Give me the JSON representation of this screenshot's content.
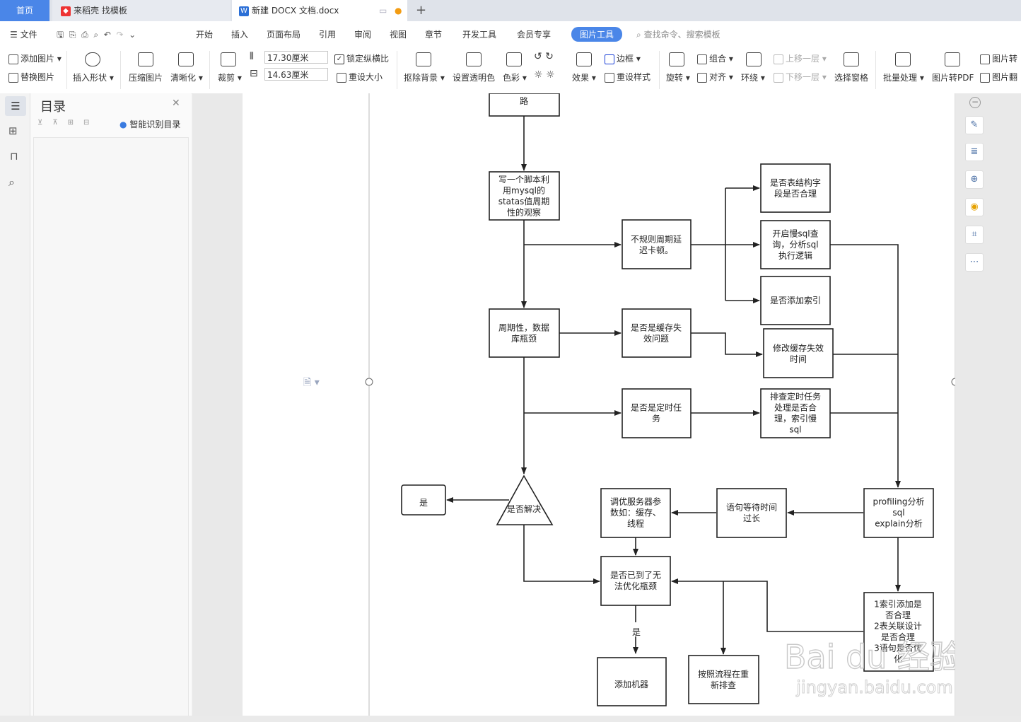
{
  "tabs": {
    "home": "首页",
    "daoke": "来稻壳 找模板",
    "doc": "新建 DOCX 文档.docx",
    "add": "+"
  },
  "menu": {
    "file": "文件",
    "items": [
      "开始",
      "插入",
      "页面布局",
      "引用",
      "审阅",
      "视图",
      "章节",
      "开发工具",
      "会员专享"
    ],
    "active": "图片工具",
    "search": "查找命令、搜索模板"
  },
  "ribbon": {
    "add_picture": "添加图片",
    "replace_picture": "替换图片",
    "insert_shape": "插入形状",
    "compress": "压缩图片",
    "sharpen": "清晰化",
    "crop": "裁剪",
    "width": "17.30厘米",
    "height": "14.63厘米",
    "lock_ratio": "锁定纵横比",
    "reset_size": "重设大小",
    "remove_bg": "抠除背景",
    "set_transparent": "设置透明色",
    "color": "色彩",
    "effects": "效果",
    "border": "边框",
    "reset_style": "重设样式",
    "rotate": "旋转",
    "group": "组合",
    "align": "对齐",
    "wrap": "环绕",
    "bring_forward": "上移一层",
    "send_backward": "下移一层",
    "selection_pane": "选择窗格",
    "batch": "批量处理",
    "to_pdf": "图片转PDF",
    "pic_to_text": "图片转",
    "pic_translate": "图片翻"
  },
  "nav": {
    "title": "目录",
    "smart": "智能识别目录"
  },
  "flowchart": {
    "top": "路",
    "n1": [
      "写一个脚本利",
      "用mysql的",
      "statas值周期",
      "性的观察"
    ],
    "n2": [
      "不规则周期延",
      "迟卡顿。"
    ],
    "n3": [
      "是否表结构字",
      "段是否合理"
    ],
    "n4": [
      "开启慢sql查",
      "询，分析sql",
      "执行逻辑"
    ],
    "n5": [
      "是否添加索引"
    ],
    "n6": [
      "周期性，数据",
      "库瓶颈"
    ],
    "n7": [
      "是否是缓存失",
      "效问题"
    ],
    "n8": [
      "修改缓存失效",
      "时间"
    ],
    "n9": [
      "是否是定时任",
      "务"
    ],
    "n10": [
      "排查定时任务",
      "处理是否合",
      "理，索引慢",
      "sql"
    ],
    "decision": "是否解决",
    "yes1": "是",
    "n11": [
      "调优服务器参",
      "数如：缓存、",
      "线程"
    ],
    "n12": [
      "语句等待时间",
      "过长"
    ],
    "n13": [
      "profiling分析",
      "sql",
      "explain分析"
    ],
    "n14": [
      "是否已到了无",
      "法优化瓶颈"
    ],
    "yes2": "是",
    "n15": [
      "添加机器"
    ],
    "n16": [
      "按照流程在重",
      "新排查"
    ],
    "n17": [
      "1索引添加是",
      "否合理",
      "2表关联设计",
      "是否合理",
      "3语句是否优",
      "化"
    ]
  },
  "watermark": {
    "brand": "Bai du 经验",
    "url": "jingyan.baidu.com"
  }
}
